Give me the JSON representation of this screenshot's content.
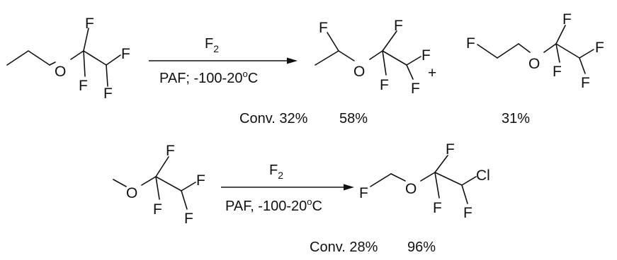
{
  "reaction1": {
    "reagent": "F",
    "reagent_sub": "2",
    "conditions": "PAF; -100-20",
    "conditions_sup": "o",
    "conditions_tail": "C",
    "plus": "+",
    "conversion": "Conv. 32%",
    "yield_product_1": "58%",
    "yield_product_2": "31%"
  },
  "reaction2": {
    "reagent": "F",
    "reagent_sub": "2",
    "conditions": "PAF, -100-20",
    "conditions_sup": "o",
    "conditions_tail": "C",
    "conversion": "Conv. 28%",
    "yield_product": "96%"
  },
  "atoms": {
    "O": "O",
    "F": "F",
    "Cl": "Cl"
  }
}
